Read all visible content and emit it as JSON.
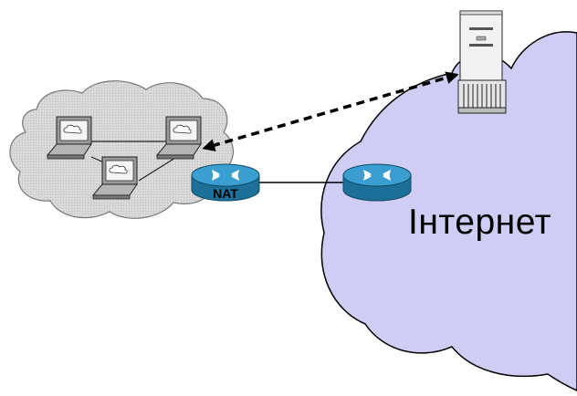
{
  "diagram": {
    "internet_label": "Інтернет",
    "nat_label": "NAT",
    "nodes": [
      {
        "id": "laptop-1",
        "kind": "laptop",
        "group": "private-lan"
      },
      {
        "id": "laptop-2",
        "kind": "laptop",
        "group": "private-lan"
      },
      {
        "id": "laptop-3",
        "kind": "laptop",
        "group": "private-lan"
      },
      {
        "id": "nat-router",
        "kind": "router",
        "label": "NAT"
      },
      {
        "id": "internet-router",
        "kind": "router"
      },
      {
        "id": "server",
        "kind": "server",
        "group": "internet"
      }
    ],
    "links": [
      {
        "from": "laptop-1",
        "to": "laptop-2",
        "style": "solid"
      },
      {
        "from": "laptop-2",
        "to": "laptop-3",
        "style": "solid"
      },
      {
        "from": "laptop-3",
        "to": "laptop-1",
        "style": "solid"
      },
      {
        "from": "nat-router",
        "to": "internet-router",
        "style": "solid"
      },
      {
        "from": "laptop-2",
        "to": "server",
        "style": "dashed-bidirectional"
      }
    ]
  },
  "colors": {
    "internet_cloud": "#cfcdf4",
    "lan_cloud": "#d3d3d3",
    "router": "#2c8fc0",
    "router_dark": "#1b6f98",
    "outline": "#000000"
  }
}
